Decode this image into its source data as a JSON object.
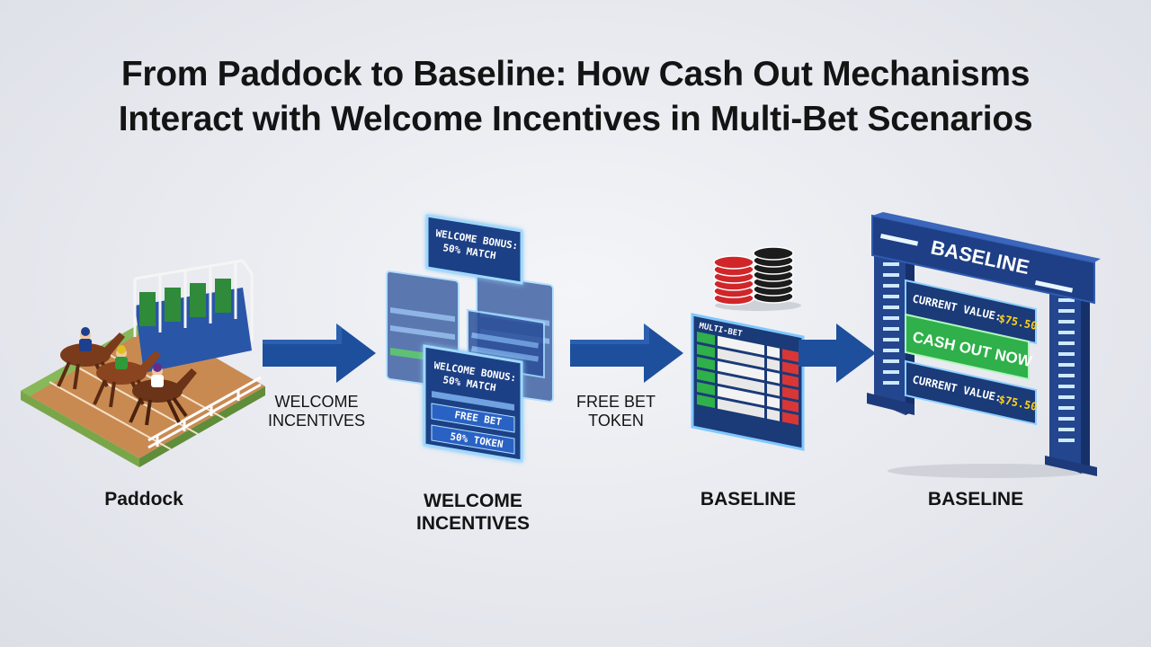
{
  "title": {
    "line1": "From Paddock to Baseline: How Cash Out Mechanisms",
    "line2": "Interact with Welcome Incentives in Multi-Bet Scenarios"
  },
  "stages": [
    {
      "label": "Paddock"
    },
    {
      "label_line1": "WELCOME",
      "label_line2": "INCENTIVES"
    },
    {
      "label": "BASELINE"
    },
    {
      "label": "BASELINE"
    }
  ],
  "arrows": [
    {
      "label_line1": "WELCOME",
      "label_line2": "INCENTIVES"
    },
    {
      "label_line1": "FREE BET",
      "label_line2": "TOKEN"
    }
  ],
  "cards": {
    "top_line1": "WELCOME BONUS:",
    "top_line2": "50% MATCH",
    "front_line1": "WELCOME BONUS:",
    "front_line2": "50% MATCH",
    "front_free_bet": "FREE BET",
    "front_token": "50% TOKEN"
  },
  "betslip": {
    "header": "MULTI-BET"
  },
  "gate": {
    "sign": "BASELINE",
    "current_value_label": "CURRENT VALUE:",
    "current_value_amount": "$75.50",
    "cash_out_button": "CASH OUT NOW",
    "current_value_label_2": "CURRENT VALUE:",
    "current_value_amount_2": "$75.50"
  },
  "colors": {
    "arrow_blue": "#1d4f9c",
    "dark_navy": "#1a3a78",
    "cash_out_green": "#2fb04a",
    "amount_yellow": "#ffd21a",
    "glow_cyan": "#7fd8ff"
  }
}
